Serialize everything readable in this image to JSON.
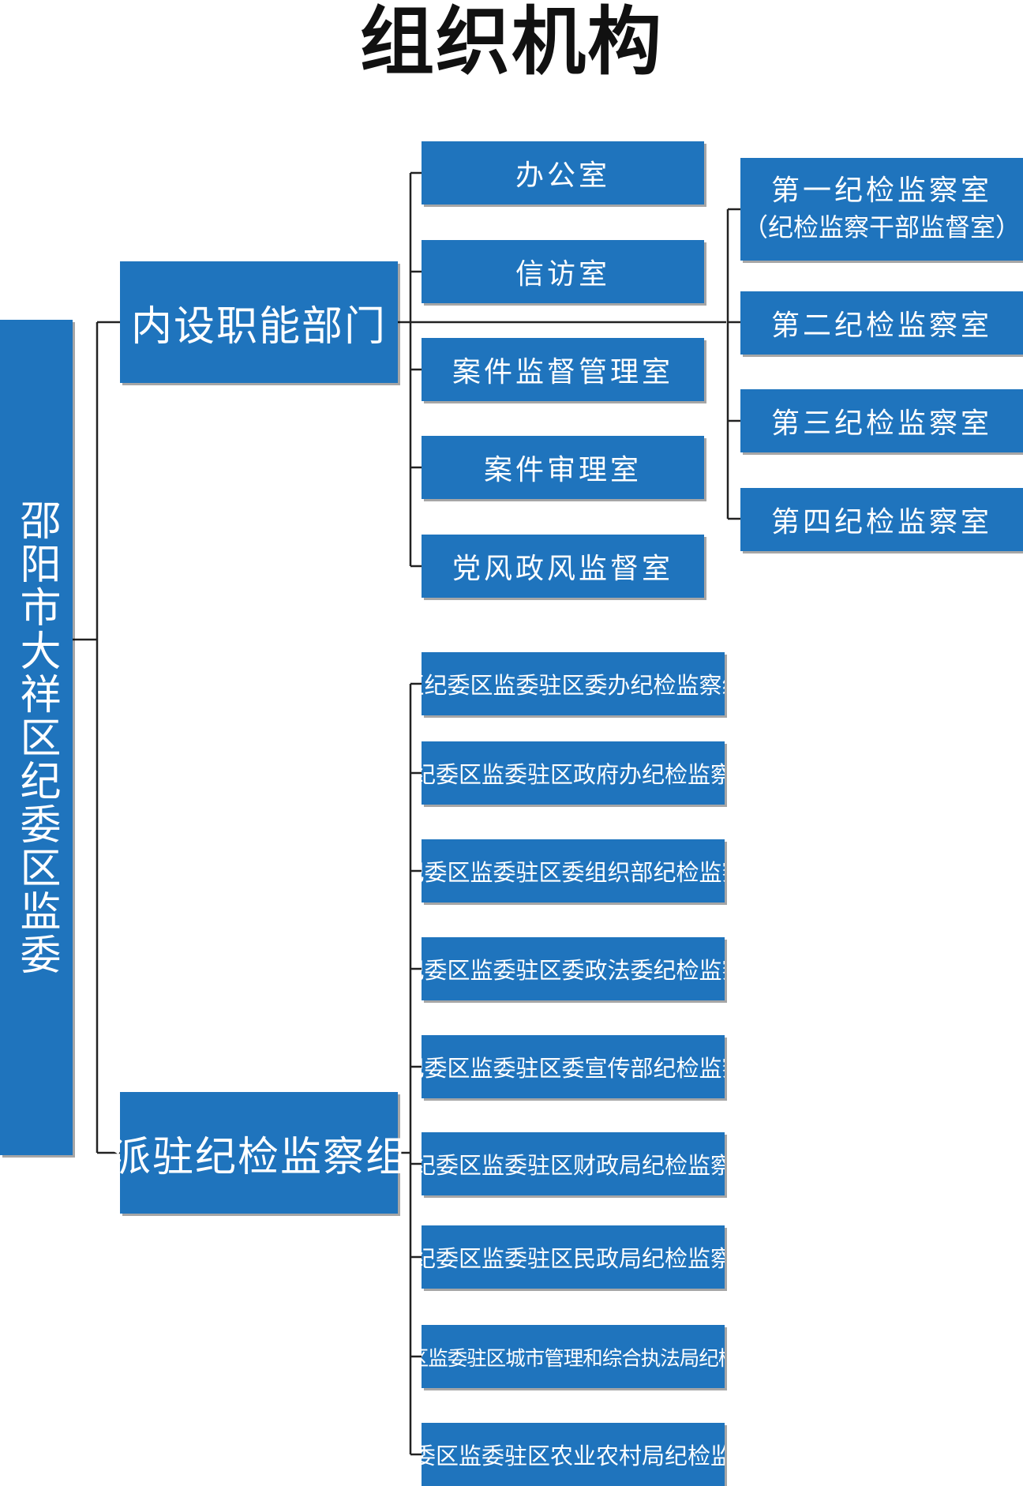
{
  "title": "组织机构",
  "root": "邵阳市大祥区纪委区监委",
  "internal": {
    "label": "内设职能部门",
    "departments": [
      "办公室",
      "信访室",
      "案件监督管理室",
      "案件审理室",
      "党风政风监督室"
    ],
    "supervision_rooms": [
      {
        "line1": "第一纪检监察室",
        "line2": "（纪检监察干部监督室）"
      },
      {
        "line1": "第二纪检监察室"
      },
      {
        "line1": "第三纪检监察室"
      },
      {
        "line1": "第四纪检监察室"
      }
    ]
  },
  "dispatched": {
    "label": "派驻纪检监察组",
    "groups": [
      "区纪委区监委驻区委办纪检监察组",
      "区纪委区监委驻区政府办纪检监察组",
      "区纪委区监委驻区委组织部纪检监察组",
      "区纪委区监委驻区委政法委纪检监察组",
      "区纪委区监委驻区委宣传部纪检监察组",
      "区纪委区监委驻区财政局纪检监察组",
      "区纪委区监委驻区民政局纪检监察组",
      "区纪委区监委驻区城市管理和综合执法局纪检监察组",
      "区纪委区监委驻区农业农村局纪检监察组"
    ]
  },
  "colors": {
    "box": "#1f74bd",
    "text": "#ffffff",
    "line": "#222222"
  }
}
